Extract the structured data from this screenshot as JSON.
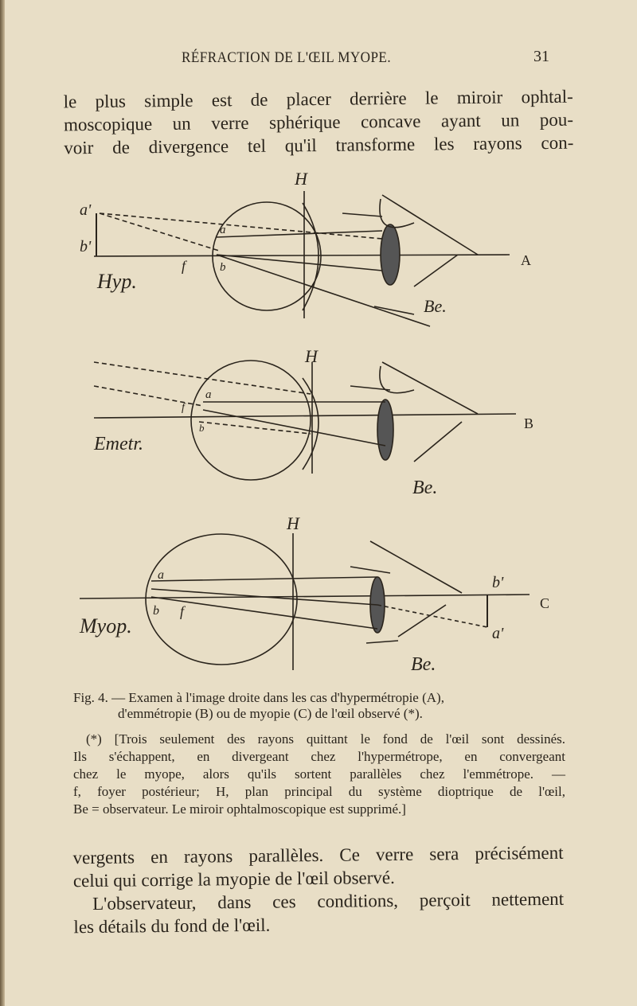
{
  "header": {
    "running_title": "RÉFRACTION DE L'ŒIL MYOPE.",
    "page_number": "31"
  },
  "top_text": [
    "le plus simple est de placer derrière le miroir ophtal-",
    "moscopique un verre sphérique concave ayant un pou-",
    "voir de divergence tel qu'il transforme les rayons con-"
  ],
  "figure": {
    "A": {
      "label": "A",
      "H": "H",
      "a_prime": "a'",
      "b_prime": "b'",
      "a": "a",
      "b": "b",
      "f": "f",
      "name": "Hyp.",
      "be": "Be."
    },
    "B": {
      "label": "B",
      "H": "H",
      "a": "a",
      "b": "b",
      "f": "f",
      "name": "Emetr.",
      "be": "Be."
    },
    "C": {
      "label": "C",
      "H": "H",
      "a": "a",
      "b": "b",
      "f": "f",
      "b_prime": "b'",
      "a_prime": "a'",
      "name": "Myop.",
      "be": "Be."
    }
  },
  "caption": [
    "Fig. 4. — Examen à l'image droite dans les cas d'hypermétropie (A),",
    "d'emmétropie (B) ou de myopie (C) de l'œil observé (*)."
  ],
  "footnote": [
    "(*) [Trois seulement des rayons quittant le fond de l'œil sont dessinés.",
    "Ils s'échappent, en divergeant chez l'hypermétrope, en convergeant",
    "chez le myope, alors qu'ils sortent parallèles chez l'emmétrope. —",
    "f, foyer postérieur; H, plan principal du système dioptrique de l'œil,",
    "Be = observateur. Le miroir ophtalmoscopique est supprimé.]"
  ],
  "bottom_text": [
    "vergents en rayons parallèles. Ce verre sera précisément",
    "celui qui corrige la myopie de l'œil observé.",
    "L'observateur, dans ces conditions, perçoit nettement",
    "les détails du fond de l'œil."
  ]
}
